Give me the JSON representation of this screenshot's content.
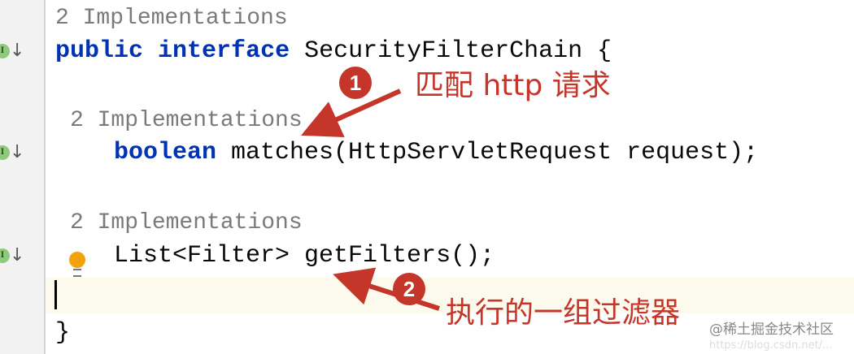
{
  "code": {
    "hint1": "2 Implementations",
    "line1_kw1": "public",
    "line1_kw2": "interface",
    "line1_rest": " SecurityFilterChain {",
    "hint2": "2 Implementations",
    "line2_kw": "boolean",
    "line2_rest": " matches(HttpServletRequest request);",
    "hint3": "2 Implementations",
    "line3": "List<Filter> getFilters();",
    "close": "}"
  },
  "gutter": {
    "implemented_icon": "implemented-marker-icon",
    "bulb_icon": "lightbulb-icon"
  },
  "annotations": [
    {
      "number": "1",
      "text": "匹配 http 请求"
    },
    {
      "number": "2",
      "text": "执行的一组过滤器"
    }
  ],
  "watermark": {
    "text": "@稀土掘金技术社区",
    "url_text": "https://blog.csdn.net/..."
  },
  "colors": {
    "annotation": "#c4352a",
    "keyword": "#0033b3",
    "hint": "#7a7a7a"
  }
}
